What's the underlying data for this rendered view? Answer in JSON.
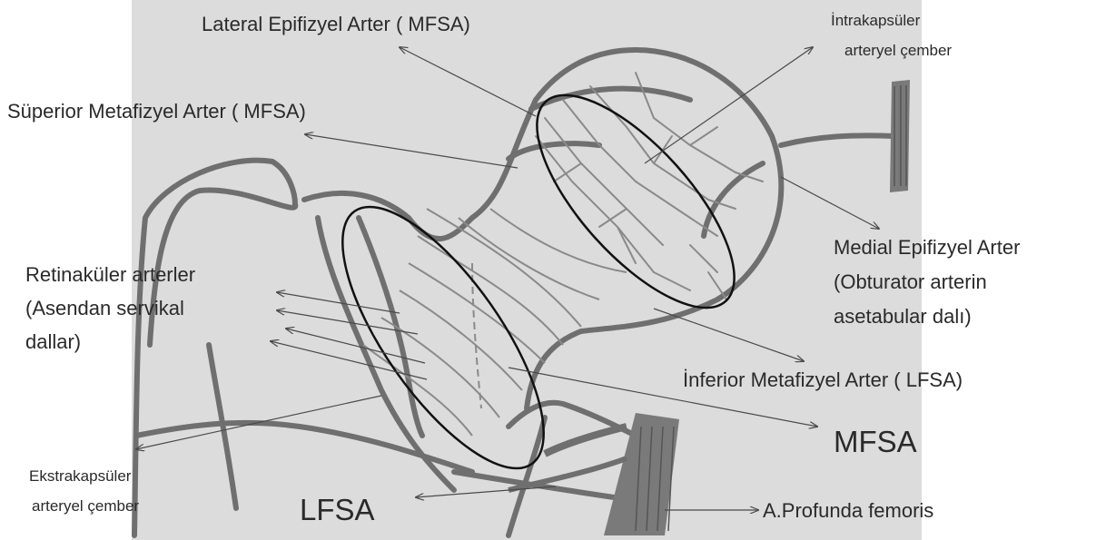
{
  "labels": {
    "lateral_epifizyel": "Lateral Epifizyel Arter ( MFSA)",
    "intrakapsuler_line1": "İntrakapsüler",
    "intrakapsuler_line2": "arteryel çember",
    "superior_metafizyel": "Süperior Metafizyel Arter ( MFSA)",
    "retinakuler_line1": "Retinaküler arterler",
    "retinakuler_line2": "(Asendan servikal",
    "retinakuler_line3": "dallar)",
    "medial_epifizyel_line1": "Medial Epifizyel Arter",
    "medial_epifizyel_line2": "(Obturator arterin",
    "medial_epifizyel_line3": "asetabular dalı)",
    "inferior_metafizyel": "İnferior Metafizyel Arter ( LFSA)",
    "mfsa": "MFSA",
    "ekstrakapsuler_line1": "Ekstrakapsüler",
    "ekstrakapsuler_line2": "arteryel çember",
    "lfsa": "LFSA",
    "profunda_femoris": "A.Profunda femoris"
  },
  "colors": {
    "paper": "#dcdcdc",
    "vessel": "#6f6f6f",
    "vessel_light": "#8a8a8a",
    "ellipse": "#111111",
    "arrow": "#4a4a4a",
    "text": "#2a2a2a"
  }
}
